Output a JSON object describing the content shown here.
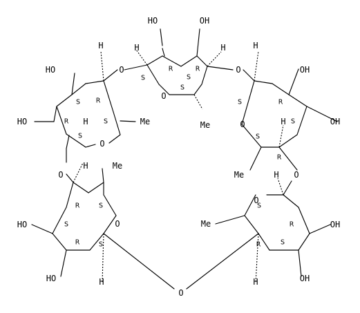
{
  "labels": {
    "oh": "OH",
    "ho": "HO",
    "o": "O",
    "h": "H",
    "me": "Me",
    "r": "R",
    "s": "S"
  }
}
